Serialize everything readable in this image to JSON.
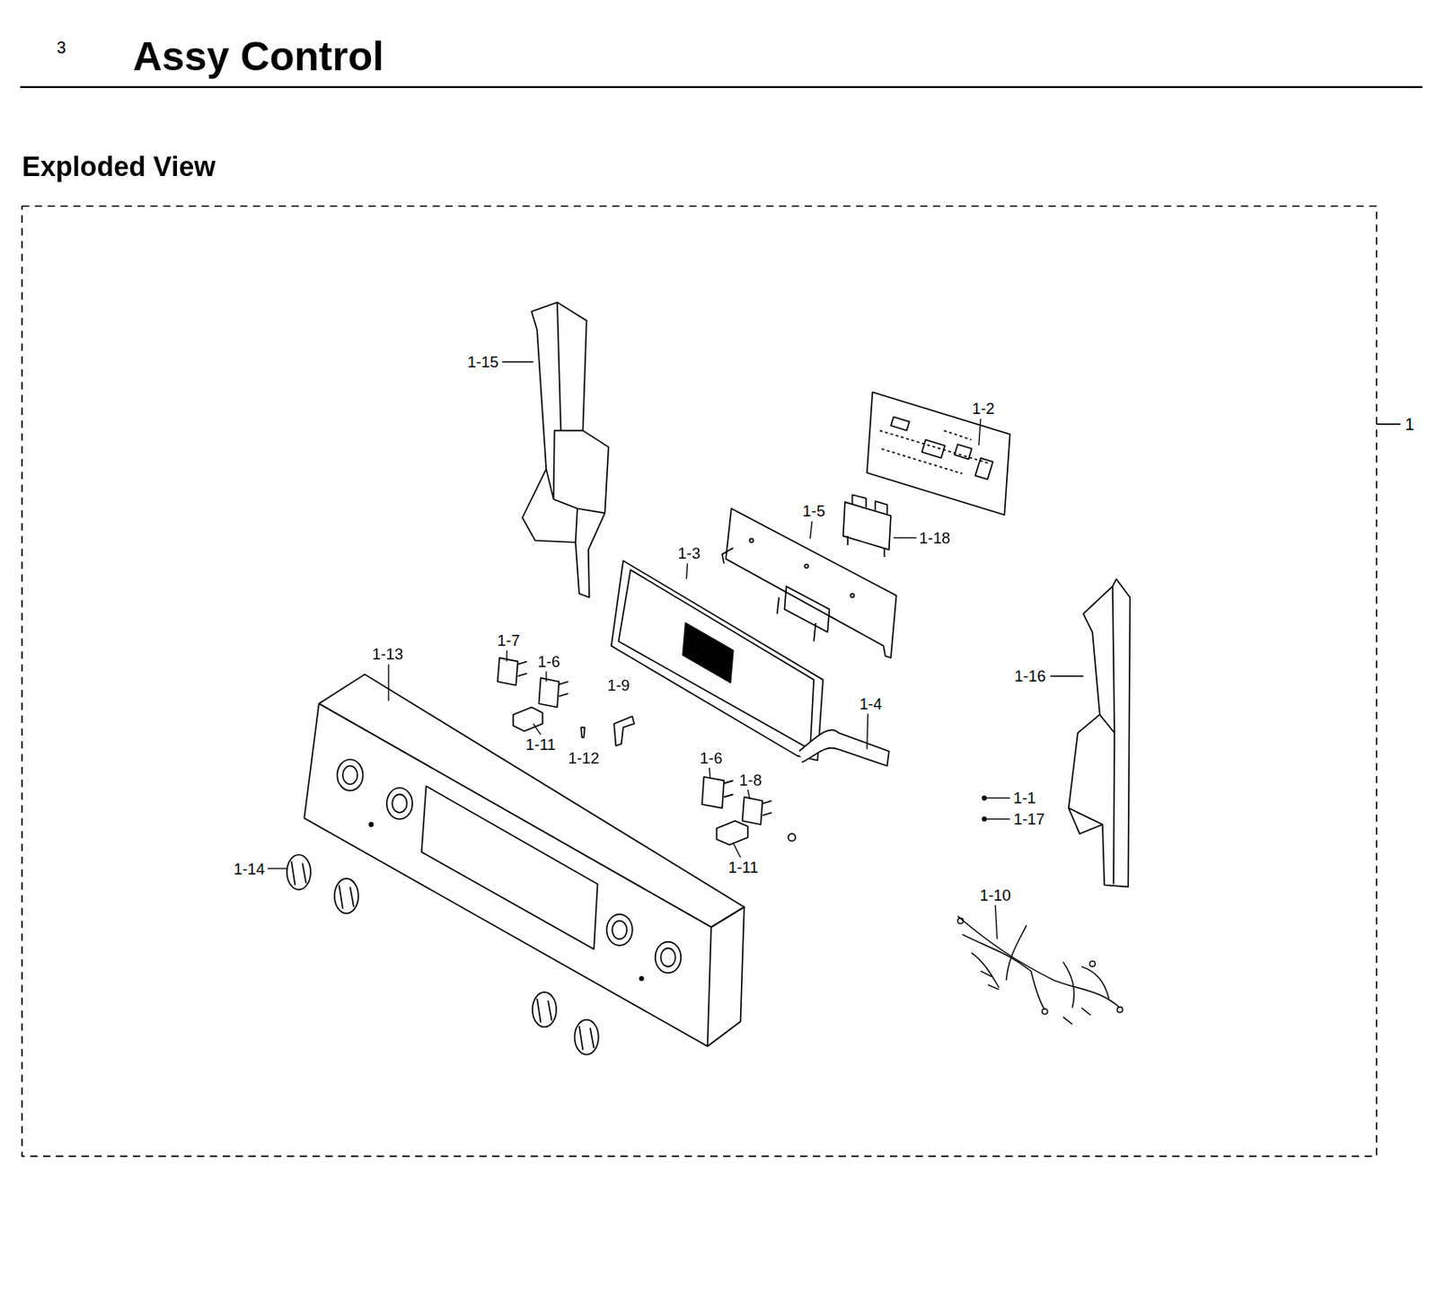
{
  "diagram": {
    "title": "Assy Control",
    "labels": [
      "3",
      "Exploded View",
      "1",
      "1-15",
      "1-2",
      "1-5",
      "1-18",
      "1-3",
      "1-7",
      "1-6",
      "1-13",
      "1-9",
      "1-4",
      "1-16",
      "1-11",
      "1-12",
      "1-6",
      "1-8",
      "1-1",
      "1-17",
      "1-11",
      "1-14",
      "1-10"
    ]
  }
}
